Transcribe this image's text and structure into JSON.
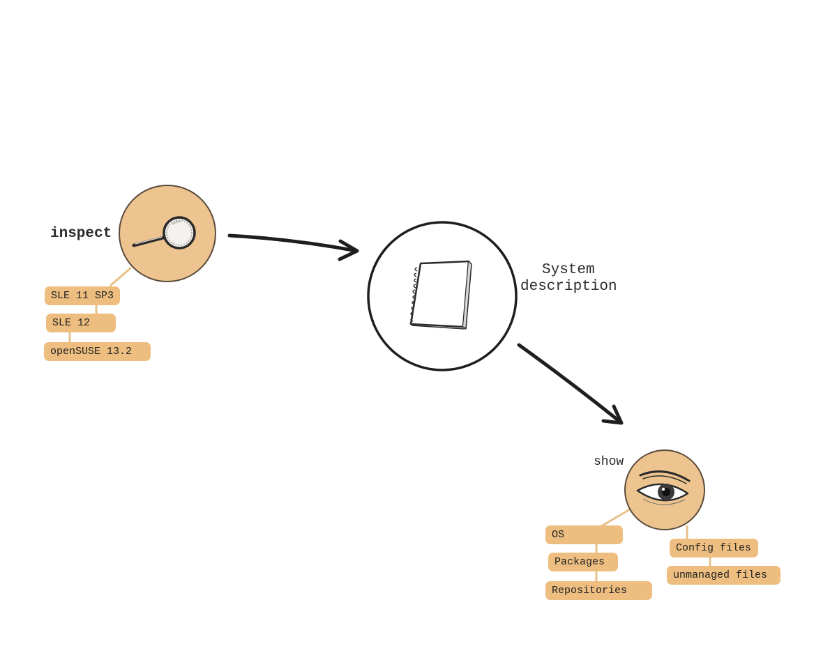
{
  "colors": {
    "circle_fill": "#edc48f",
    "circle_stroke": "#5a4a3c",
    "tag_fill": "#edbe80",
    "connector": "#e8c08a",
    "ink": "#1e1e1e"
  },
  "inspect": {
    "label": "inspect",
    "icon": "magnifying-glass-icon",
    "tags": [
      "SLE 11 SP3",
      "SLE 12",
      "openSUSE 13.2"
    ]
  },
  "description": {
    "label_line1": "System",
    "label_line2": "description",
    "icon": "notebook-icon"
  },
  "show": {
    "label": "show",
    "icon": "eye-icon",
    "tags_left": [
      "OS",
      "Packages",
      "Repositories"
    ],
    "tags_right": [
      "Config files",
      "unmanaged files"
    ]
  }
}
